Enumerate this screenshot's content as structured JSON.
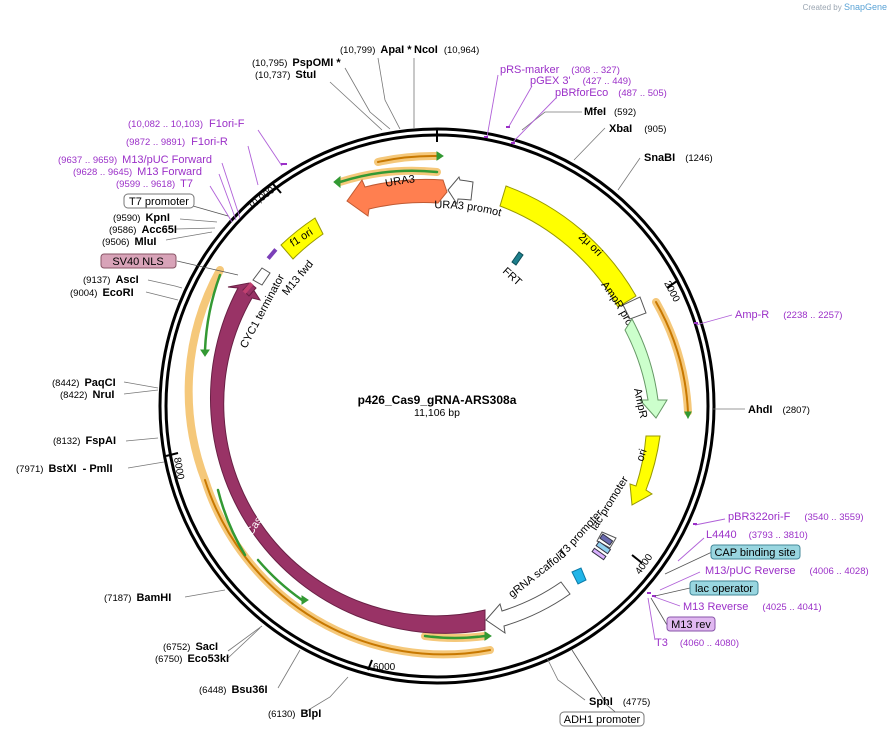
{
  "credit": {
    "prefix": "Created by",
    "brand": "SnapGene"
  },
  "plasmid": {
    "name": "p426_Cas9_gRNA-ARS308a",
    "length": "11,106 bp"
  },
  "ticks": [
    "2000",
    "4000",
    "6000",
    "8000",
    "10,000"
  ],
  "enzymes": [
    {
      "name": "ApaI *",
      "pos": "(10,799)"
    },
    {
      "name": "PspOMI *",
      "pos": "(10,795)"
    },
    {
      "name": "StuI",
      "pos": "(10,737)"
    },
    {
      "name": "NcoI",
      "pos": "(10,964)"
    },
    {
      "name": "MfeI",
      "pos": "(592)"
    },
    {
      "name": "XbaI",
      "pos": "(905)"
    },
    {
      "name": "SnaBI",
      "pos": "(1246)"
    },
    {
      "name": "AhdI",
      "pos": "(2807)"
    },
    {
      "name": "SphI",
      "pos": "(4775)"
    },
    {
      "name": "BlpI",
      "pos": "(6130)"
    },
    {
      "name": "Bsu36I",
      "pos": "(6448)"
    },
    {
      "name": "SacI",
      "pos": "(6752)"
    },
    {
      "name": "Eco53kI",
      "pos": "(6750)"
    },
    {
      "name": "BamHI",
      "pos": "(7187)"
    },
    {
      "name": "BstXI",
      "pos": "(7971)"
    },
    {
      "name": "- PmlI",
      "pos": ""
    },
    {
      "name": "FspAI",
      "pos": "(8132)"
    },
    {
      "name": "PaqCI",
      "pos": "(8442)"
    },
    {
      "name": "NruI",
      "pos": "(8422)"
    },
    {
      "name": "AscI",
      "pos": "(9137)"
    },
    {
      "name": "EcoRI",
      "pos": "(9004)"
    },
    {
      "name": "MluI",
      "pos": "(9506)"
    },
    {
      "name": "Acc65I",
      "pos": "(9586)"
    },
    {
      "name": "KpnI",
      "pos": "(9590)"
    }
  ],
  "primers": [
    {
      "name": "F1ori-F",
      "pos": "(10,082 .. 10,103)"
    },
    {
      "name": "F1ori-R",
      "pos": "(9872 .. 9891)"
    },
    {
      "name": "M13/pUC Forward",
      "pos": "(9637 .. 9659)"
    },
    {
      "name": "M13 Forward",
      "pos": "(9628 .. 9645)"
    },
    {
      "name": "T7",
      "pos": "(9599 .. 9618)"
    },
    {
      "name": "pRS-marker",
      "pos": "(308 .. 327)"
    },
    {
      "name": "pGEX 3'",
      "pos": "(427 .. 449)"
    },
    {
      "name": "pBRforEco",
      "pos": "(487 .. 505)"
    },
    {
      "name": "Amp-R",
      "pos": "(2238 .. 2257)"
    },
    {
      "name": "pBR322ori-F",
      "pos": "(3540 .. 3559)"
    },
    {
      "name": "L4440",
      "pos": "(3793 .. 3810)"
    },
    {
      "name": "M13/pUC Reverse",
      "pos": "(4006 .. 4028)"
    },
    {
      "name": "M13 Reverse",
      "pos": "(4025 .. 4041)"
    },
    {
      "name": "T3",
      "pos": "(4060 .. 4080)"
    }
  ],
  "boxed_labels": [
    {
      "name": "T7 promoter"
    },
    {
      "name": "SV40 NLS"
    },
    {
      "name": "CAP binding site"
    },
    {
      "name": "lac operator"
    },
    {
      "name": "M13 rev"
    },
    {
      "name": "ADH1 promoter"
    }
  ],
  "features": [
    {
      "name": "URA3",
      "color": "#ff7f50"
    },
    {
      "name": "URA3 promoter",
      "color": "#ffffff"
    },
    {
      "name": "2μ ori",
      "color": "#ffff00"
    },
    {
      "name": "FRT",
      "color": "#1d7f8c"
    },
    {
      "name": "AmpR promoter",
      "color": "#ffffff"
    },
    {
      "name": "AmpR",
      "color": "#ccffcc"
    },
    {
      "name": "ori",
      "color": "#ffff00"
    },
    {
      "name": "lac promoter",
      "color": "#ffffff"
    },
    {
      "name": "T3 promoter",
      "color": "#ffffff"
    },
    {
      "name": "gRNA scaffold",
      "color": "#ffffff"
    },
    {
      "name": "Cas9",
      "color": "#993366"
    },
    {
      "name": "CYC1 terminator",
      "color": "#ffffff"
    },
    {
      "name": "M13 fwd",
      "color": "#ffffff"
    },
    {
      "name": "f1 ori",
      "color": "#ffff00"
    }
  ],
  "colors": {
    "enzyme": "#000000",
    "primer": "#9b30c8",
    "orf_arrow": "#339933",
    "orf_halo": "#f5c87a"
  }
}
